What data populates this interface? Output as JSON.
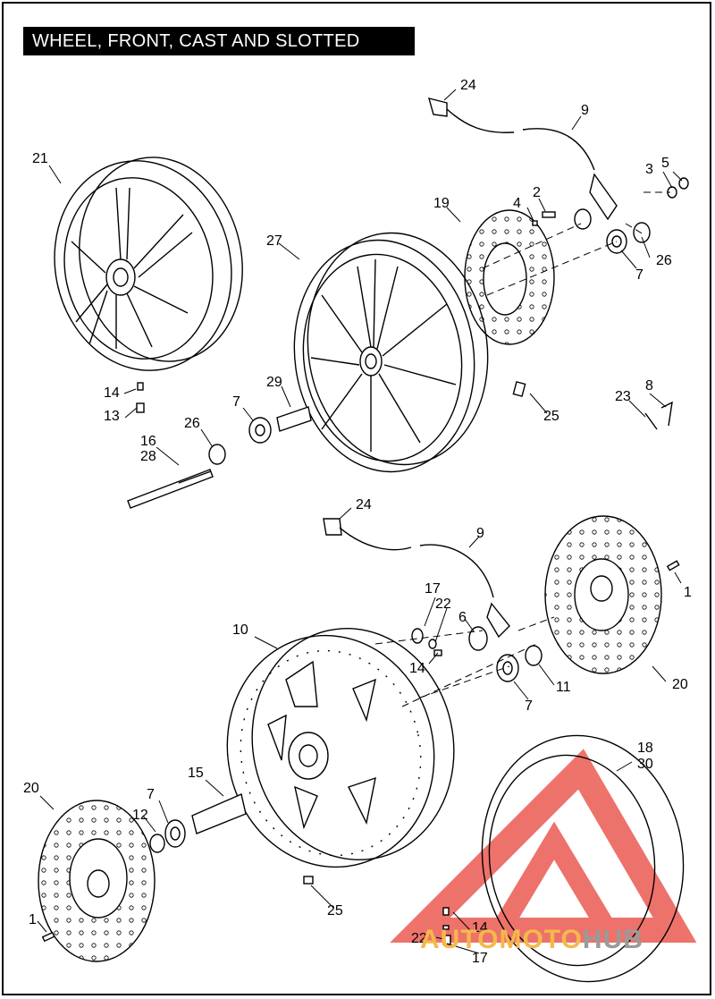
{
  "title": "WHEEL, FRONT, CAST AND SLOTTED",
  "callouts": [
    {
      "id": "c24a",
      "text": "24"
    },
    {
      "id": "c9a",
      "text": "9"
    },
    {
      "id": "c21",
      "text": "21"
    },
    {
      "id": "c3",
      "text": "3"
    },
    {
      "id": "c5",
      "text": "5"
    },
    {
      "id": "c19",
      "text": "19"
    },
    {
      "id": "c4",
      "text": "4"
    },
    {
      "id": "c2",
      "text": "2"
    },
    {
      "id": "c27",
      "text": "27"
    },
    {
      "id": "c26a",
      "text": "26"
    },
    {
      "id": "c7a",
      "text": "7"
    },
    {
      "id": "c14a",
      "text": "14"
    },
    {
      "id": "c13",
      "text": "13"
    },
    {
      "id": "c29",
      "text": "29"
    },
    {
      "id": "c7b",
      "text": "7"
    },
    {
      "id": "c26b",
      "text": "26"
    },
    {
      "id": "c16",
      "text": "16"
    },
    {
      "id": "c28",
      "text": "28"
    },
    {
      "id": "c25a",
      "text": "25"
    },
    {
      "id": "c23",
      "text": "23"
    },
    {
      "id": "c8",
      "text": "8"
    },
    {
      "id": "c24b",
      "text": "24"
    },
    {
      "id": "c9b",
      "text": "9"
    },
    {
      "id": "c1a",
      "text": "1"
    },
    {
      "id": "c17a",
      "text": "17"
    },
    {
      "id": "c22a",
      "text": "22"
    },
    {
      "id": "c6",
      "text": "6"
    },
    {
      "id": "c10",
      "text": "10"
    },
    {
      "id": "c14b",
      "text": "14"
    },
    {
      "id": "c7c",
      "text": "7"
    },
    {
      "id": "c11",
      "text": "11"
    },
    {
      "id": "c20a",
      "text": "20"
    },
    {
      "id": "c18",
      "text": "18"
    },
    {
      "id": "c30",
      "text": "30"
    },
    {
      "id": "c15",
      "text": "15"
    },
    {
      "id": "c20b",
      "text": "20"
    },
    {
      "id": "c7d",
      "text": "7"
    },
    {
      "id": "c12",
      "text": "12"
    },
    {
      "id": "c25b",
      "text": "25"
    },
    {
      "id": "c1b",
      "text": "1"
    },
    {
      "id": "c14c",
      "text": "14"
    },
    {
      "id": "c22b",
      "text": "22"
    },
    {
      "id": "c17b",
      "text": "17"
    }
  ],
  "watermark": {
    "part1": "AUTOMOTO",
    "part2": "HUB",
    "color_logo": "#e8443a",
    "color_text1": "#f5b84a",
    "color_text2": "#9a9a9a"
  }
}
